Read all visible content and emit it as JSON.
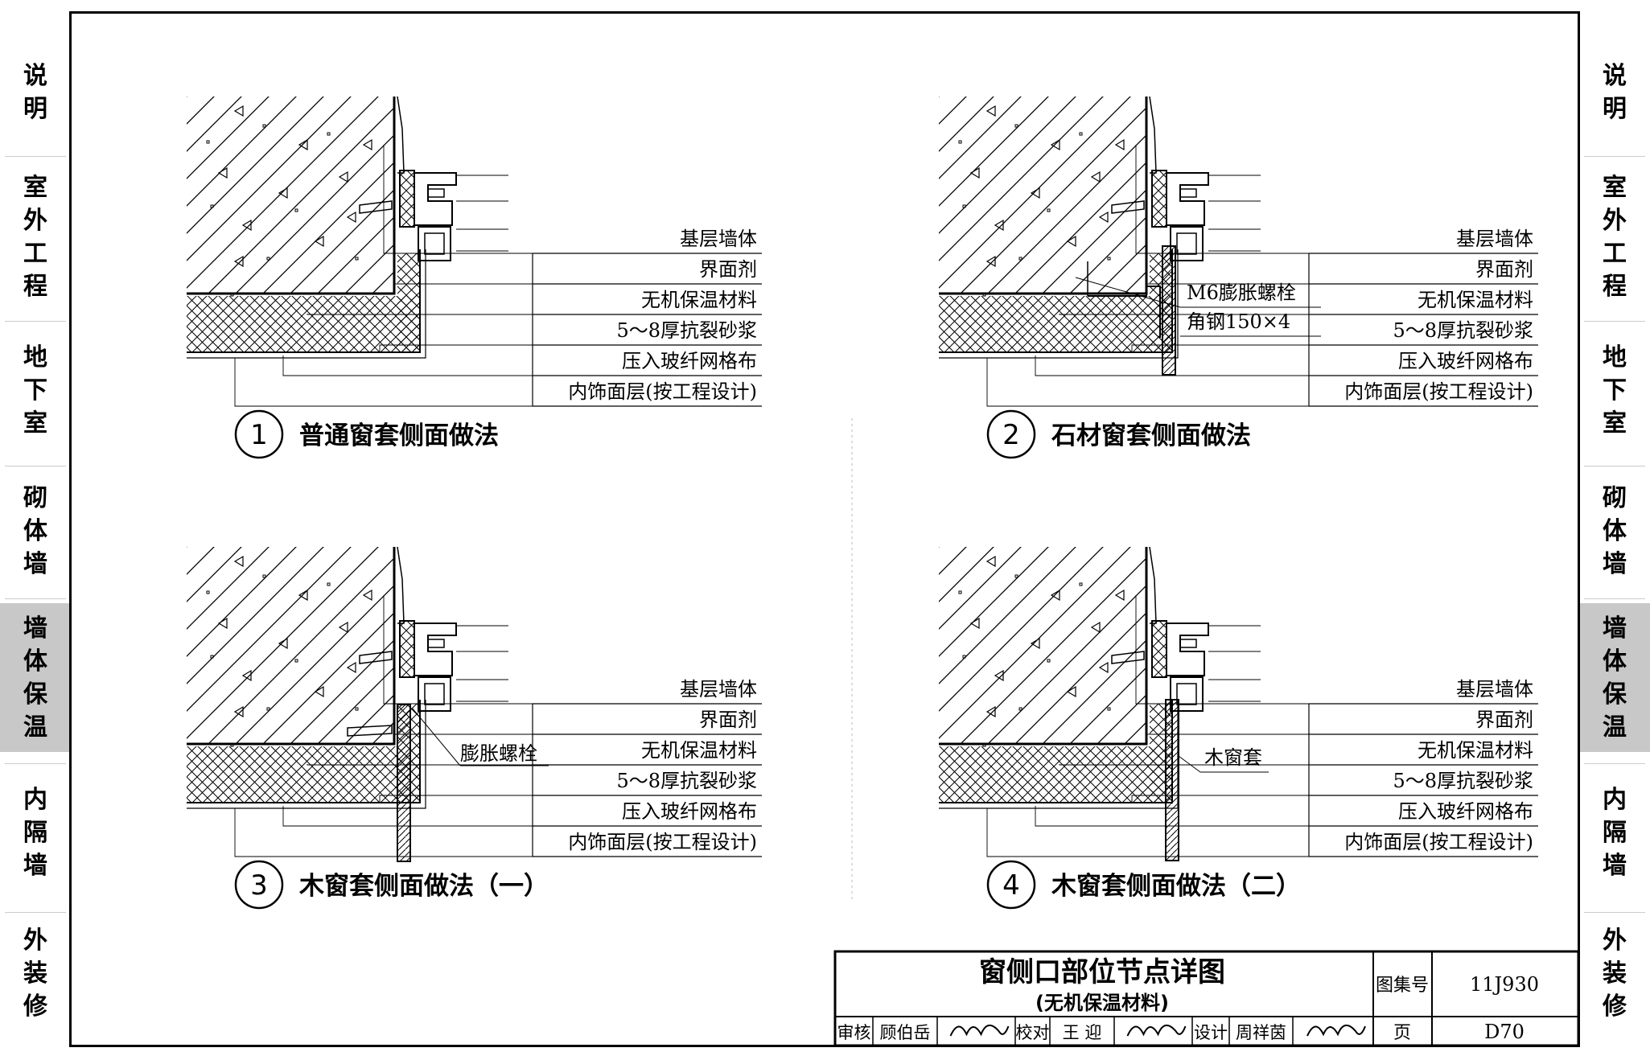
{
  "sidebar": {
    "groups": [
      {
        "chars": [
          "说",
          "明"
        ],
        "active": false
      },
      {
        "chars": [
          "室",
          "外",
          "工",
          "程"
        ],
        "active": false
      },
      {
        "chars": [
          "地",
          "下",
          "室"
        ],
        "active": false
      },
      {
        "chars": [
          "砌",
          "体",
          "墙"
        ],
        "active": false
      },
      {
        "chars": [
          "墙",
          "体",
          "保",
          "温"
        ],
        "active": true
      },
      {
        "chars": [
          "内",
          "隔",
          "墙"
        ],
        "active": false
      },
      {
        "chars": [
          "外",
          "装",
          "修"
        ],
        "active": false
      }
    ]
  },
  "layers": [
    "基层墙体",
    "界面剂",
    "无机保温材料",
    "5～8厚抗裂砂浆",
    "压入玻纤网格布",
    "内饰面层(按工程设计)"
  ],
  "details": [
    {
      "number": "1",
      "caption": "普通窗套侧面做法",
      "extra_labels": []
    },
    {
      "number": "2",
      "caption": "石材窗套侧面做法",
      "extra_labels": [
        "M6膨胀螺栓",
        "角钢150×4"
      ]
    },
    {
      "number": "3",
      "caption": "木窗套侧面做法（一）",
      "extra_labels": [
        "膨胀螺栓"
      ]
    },
    {
      "number": "4",
      "caption": "木窗套侧面做法（二）",
      "extra_labels": [
        "木窗套"
      ]
    }
  ],
  "title_block": {
    "title": "窗侧口部位节点详图",
    "subtitle": "(无机保温材料)",
    "atlas_label": "图集号",
    "atlas_no": "11J930",
    "reviewer_label": "审核",
    "reviewer": "顾伯岳",
    "checker_label": "校对",
    "checker": "王 迎",
    "designer_label": "设计",
    "designer": "周祥茵",
    "page_label": "页",
    "page_no": "D70"
  }
}
